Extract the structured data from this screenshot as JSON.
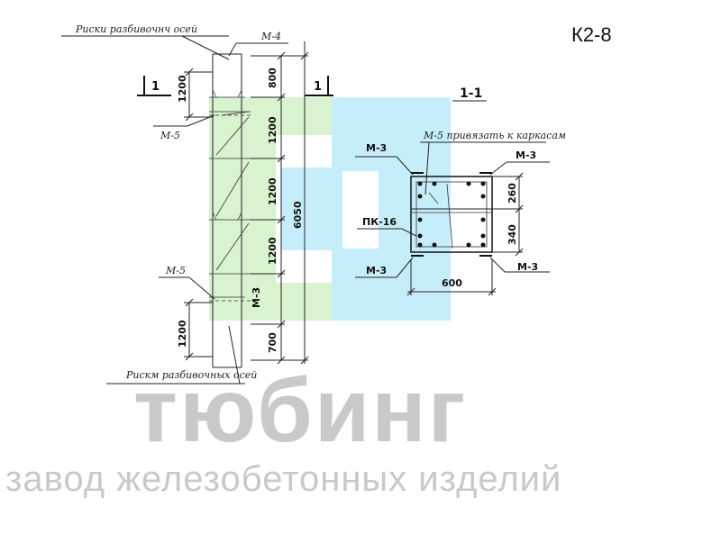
{
  "title_code": "К2-8",
  "notes": {
    "top_axis": "Риски разбивочнч осей",
    "bottom_axis": "Рискм разбивочных осей",
    "m5_note": "М-5 привязать к каркасам"
  },
  "marks": {
    "m4": "М-4",
    "m5_upper": "М-5",
    "m5_lower": "М-5",
    "m3_column": "М-3",
    "m3_left_top": "М-3",
    "m3_right_top": "М-3",
    "m3_left_bottom": "М-3",
    "m3_right_bottom": "М-3",
    "pk16": "ПК-16"
  },
  "section": {
    "cut_label_left": "1",
    "cut_label_right": "1",
    "section_title": "1-1"
  },
  "dimensions": {
    "left_top": "1200",
    "left_bottom": "1200",
    "right_800": "800",
    "right_1200_a": "1200",
    "right_1200_b": "1200",
    "right_1200_c": "1200",
    "right_700": "700",
    "total_height": "6050",
    "section_260": "260",
    "section_340": "340",
    "section_width": "600"
  },
  "watermark": {
    "brand": "тюбинг",
    "tagline": "завод железобетонных изделий"
  },
  "colors": {
    "watermark_green": "#d9f2cf",
    "watermark_blue": "#c6eefa",
    "watermark_text": "#c9c9c9"
  }
}
